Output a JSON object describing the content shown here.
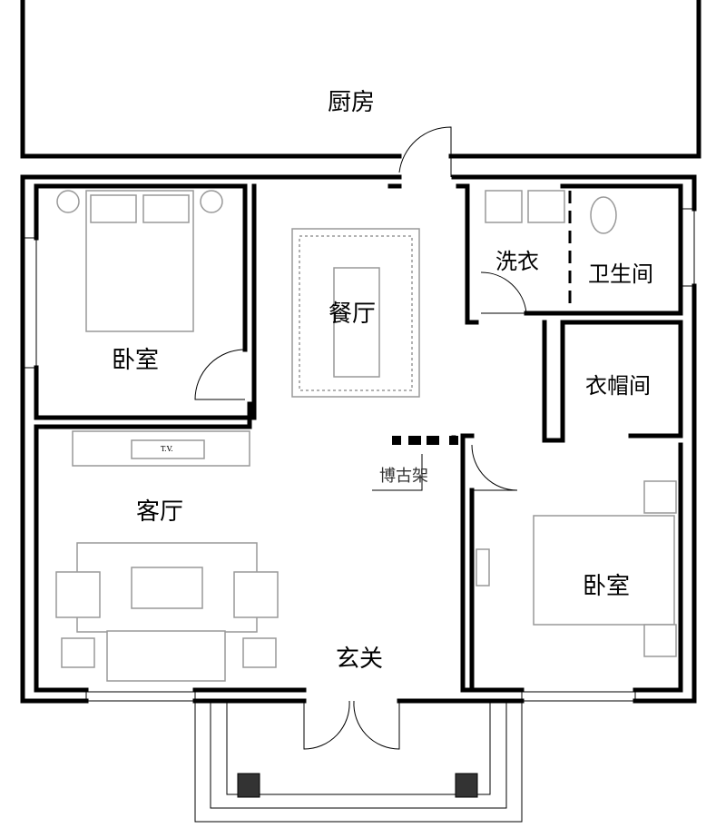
{
  "rooms": {
    "kitchen": "厨房",
    "bedroom_left": "卧室",
    "dining": "餐厅",
    "laundry": "洗衣",
    "bathroom": "卫生间",
    "closet": "衣帽间",
    "living": "客厅",
    "shelf": "博古架",
    "bedroom_right": "卧室",
    "entrance": "玄关"
  },
  "furniture": {
    "tv_label": "T.V."
  }
}
